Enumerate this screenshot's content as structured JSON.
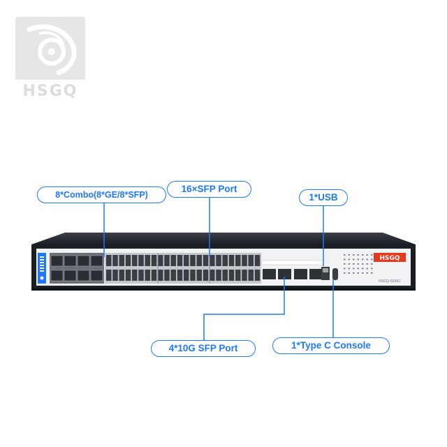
{
  "brand": {
    "logo_text": "HSGQ"
  },
  "device": {
    "badge_text": "HSGQ",
    "model_text": "HSGQ-S536C"
  },
  "callouts": {
    "combo": "8*Combo(8*GE/8*SFP)",
    "sfp": "16×SFP Port",
    "usb": "1*USB",
    "sfp10g": "4*10G SFP Port",
    "console": "1*Type C Console"
  },
  "colors": {
    "accent": "#1f78ff",
    "chassis": "#1a1d22",
    "faceplate": "#f1f2f4",
    "badge": "#e63a1e"
  }
}
